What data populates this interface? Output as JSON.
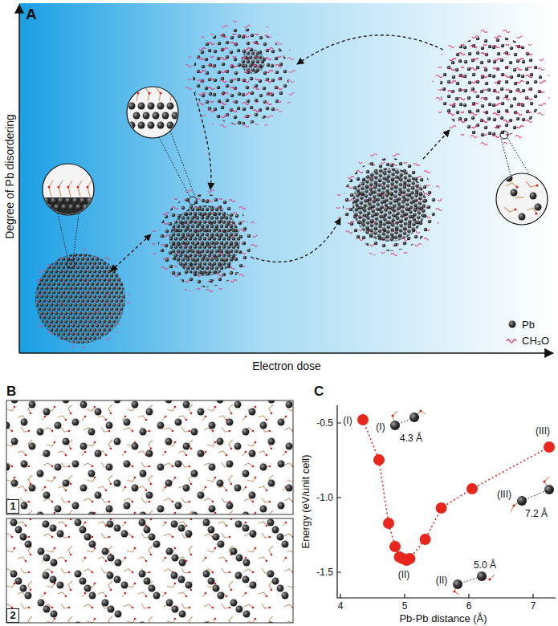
{
  "diagram": {
    "nodes": [
      {
        "text": [
          "A"
        ]
      },
      {
        "text": [
          "B"
        ]
      },
      {
        "text": [
          "1"
        ],
        "in": 1
      },
      {
        "text": [
          "2"
        ],
        "in": 1
      },
      {
        "text": [
          "C"
        ]
      }
    ],
    "labels": [
      "Degree of Pb disordering",
      "Electron dose",
      "-0.5",
      "-1.0",
      "-1.5",
      "4",
      "5",
      "6",
      "7",
      "Energy (eV/unit cell)",
      "Pb-Pb distance (Å)",
      "(I)",
      "(I)",
      "4.3 Å",
      "(II)",
      "(II)",
      "5.0 Å",
      "(III)",
      "(III)",
      "7.2 Å"
    ],
    "legend": [
      {
        "text": "Pb"
      },
      {
        "text": "CH₃O"
      }
    ]
  }
}
